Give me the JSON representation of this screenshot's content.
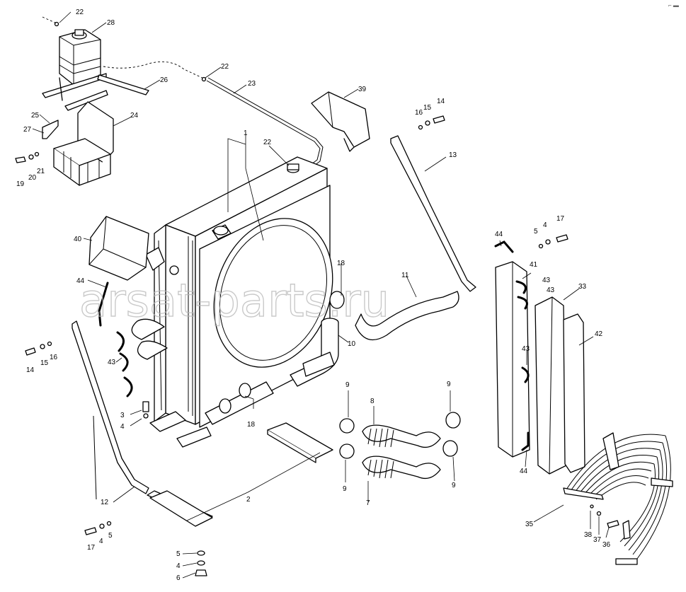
{
  "watermark": "arsat-parts.ru",
  "corner_mark": "⌐ ▬",
  "callouts": {
    "c1": "1",
    "c2": "2",
    "c3": "3",
    "c4a": "4",
    "c4b": "4",
    "c4c": "4",
    "c4d": "4",
    "c5a": "5",
    "c5b": "5",
    "c5c": "5",
    "c6": "6",
    "c7": "7",
    "c8": "8",
    "c9a": "9",
    "c9b": "9",
    "c9c": "9",
    "c9d": "9",
    "c10": "10",
    "c11": "11",
    "c12": "12",
    "c13": "13",
    "c14a": "14",
    "c14b": "14",
    "c15a": "15",
    "c15b": "15",
    "c16a": "16",
    "c16b": "16",
    "c17a": "17",
    "c17b": "17",
    "c18a": "18",
    "c18b": "18",
    "c19": "19",
    "c20": "20",
    "c21": "21",
    "c22a": "22",
    "c22b": "22",
    "c22c": "22",
    "c23": "23",
    "c24": "24",
    "c25": "25",
    "c26": "26",
    "c27": "27",
    "c28": "28",
    "c33": "33",
    "c35": "35",
    "c36": "36",
    "c37": "37",
    "c38": "38",
    "c39": "39",
    "c40": "40",
    "c41": "41",
    "c42": "42",
    "c43a": "43",
    "c43b": "43",
    "c43c": "43",
    "c43d": "43",
    "c44a": "44",
    "c44b": "44",
    "c44c": "44"
  }
}
